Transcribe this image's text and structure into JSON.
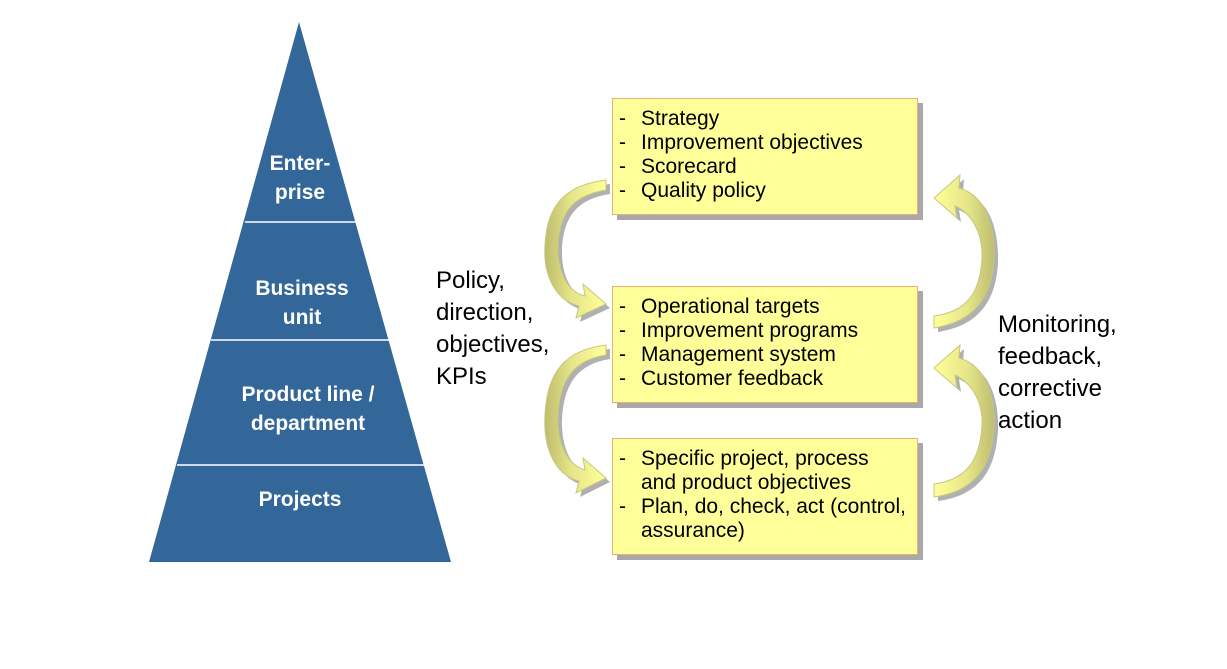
{
  "pyramid": {
    "fill_color": "#336699",
    "levels": [
      {
        "label": "Enter-\nprise"
      },
      {
        "label": "Business\nunit"
      },
      {
        "label": "Product line /\ndepartment"
      },
      {
        "label": "Projects"
      }
    ]
  },
  "boxes": [
    {
      "items": [
        "Strategy",
        "Improvement objectives",
        "Scorecard",
        "Quality policy"
      ]
    },
    {
      "items": [
        "Operational targets",
        "Improvement programs",
        "Management system",
        "Customer feedback"
      ]
    },
    {
      "items": [
        "Specific project, process and product objectives",
        "Plan, do, check, act (control, assurance)"
      ]
    }
  ],
  "left_caption": "Policy,\ndirection,\nobjectives,\nKPIs",
  "right_caption": "Monitoring,\nfeedback,\ncorrective\naction",
  "colors": {
    "box_fill": "#ffff99",
    "box_border": "#e8b078",
    "arrow_fill": "#ffff99",
    "arrow_shade": "#c9c97a",
    "shadow": "#a8a8a8"
  }
}
